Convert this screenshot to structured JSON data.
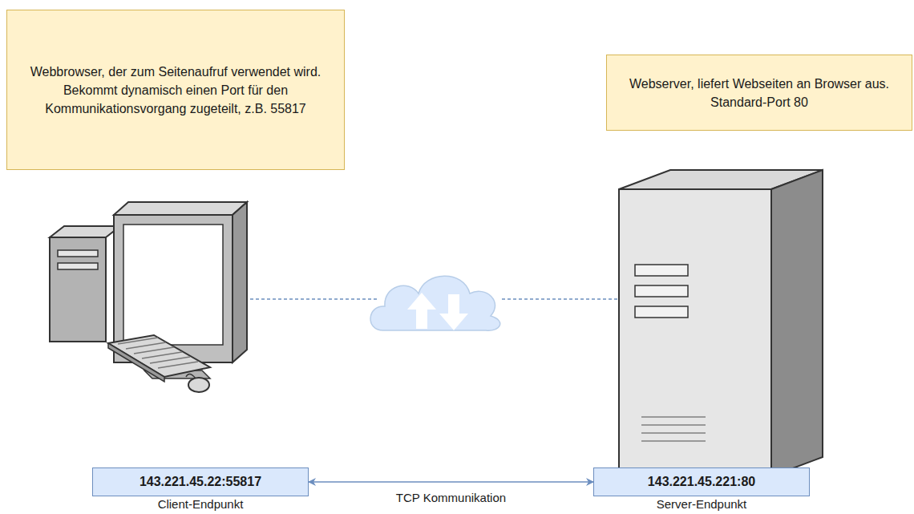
{
  "diagram": {
    "nodes": [
      {
        "text": [
          "Webbrowser, der zum Seitenaufruf verwendet wird. Bekommt dynamisch einen Port für den Kommunikationsvorgang zugeteilt, z.B. 55817"
        ]
      },
      {
        "text": [
          "Webserver, liefert Webseiten an Browser aus. Standard-Port 80"
        ]
      },
      {
        "text": [
          "143.221.45.22:55817",
          "Client-Endpunkt"
        ]
      },
      {
        "text": [
          "143.221.45.221:80",
          "Server-Endpunkt"
        ]
      }
    ],
    "edges": [
      {
        "from": 2,
        "to": 3,
        "arrow": "both",
        "label": "TCP Kommunikation"
      }
    ]
  }
}
